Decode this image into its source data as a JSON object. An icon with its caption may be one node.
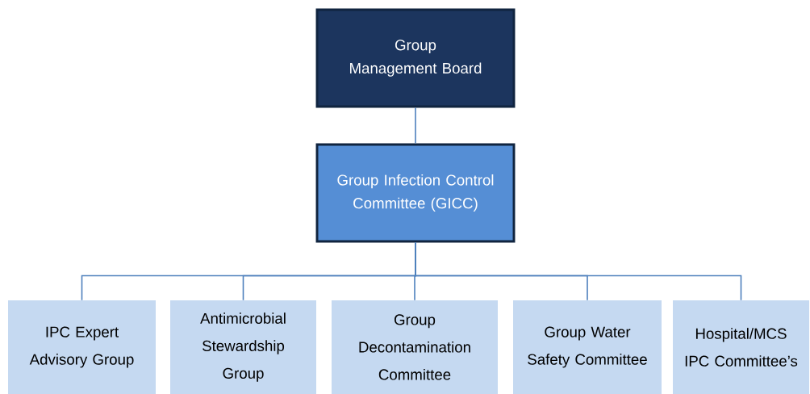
{
  "diagram": {
    "nodes": [
      {
        "text": [
          "Group Management Board"
        ]
      },
      {
        "text": [
          "Group Infection Control Committee (GICC)"
        ]
      },
      {
        "text": [
          "IPC Expert Advisory Group"
        ]
      },
      {
        "text": [
          "Antimicrobial Stewardship Group"
        ]
      },
      {
        "text": [
          "Group Decontamination Committee"
        ]
      },
      {
        "text": [
          "Group Water Safety Committee"
        ]
      },
      {
        "text": [
          "Hospital/MCS IPC Committee’s"
        ]
      }
    ],
    "edges": [
      {
        "from": 0,
        "to": 1,
        "arrow": "none"
      },
      {
        "from": 1,
        "to": 2,
        "arrow": "none"
      },
      {
        "from": 1,
        "to": 3,
        "arrow": "none"
      },
      {
        "from": 1,
        "to": 4,
        "arrow": "none"
      },
      {
        "from": 1,
        "to": 5,
        "arrow": "none"
      },
      {
        "from": 1,
        "to": 6,
        "arrow": "none"
      }
    ]
  }
}
